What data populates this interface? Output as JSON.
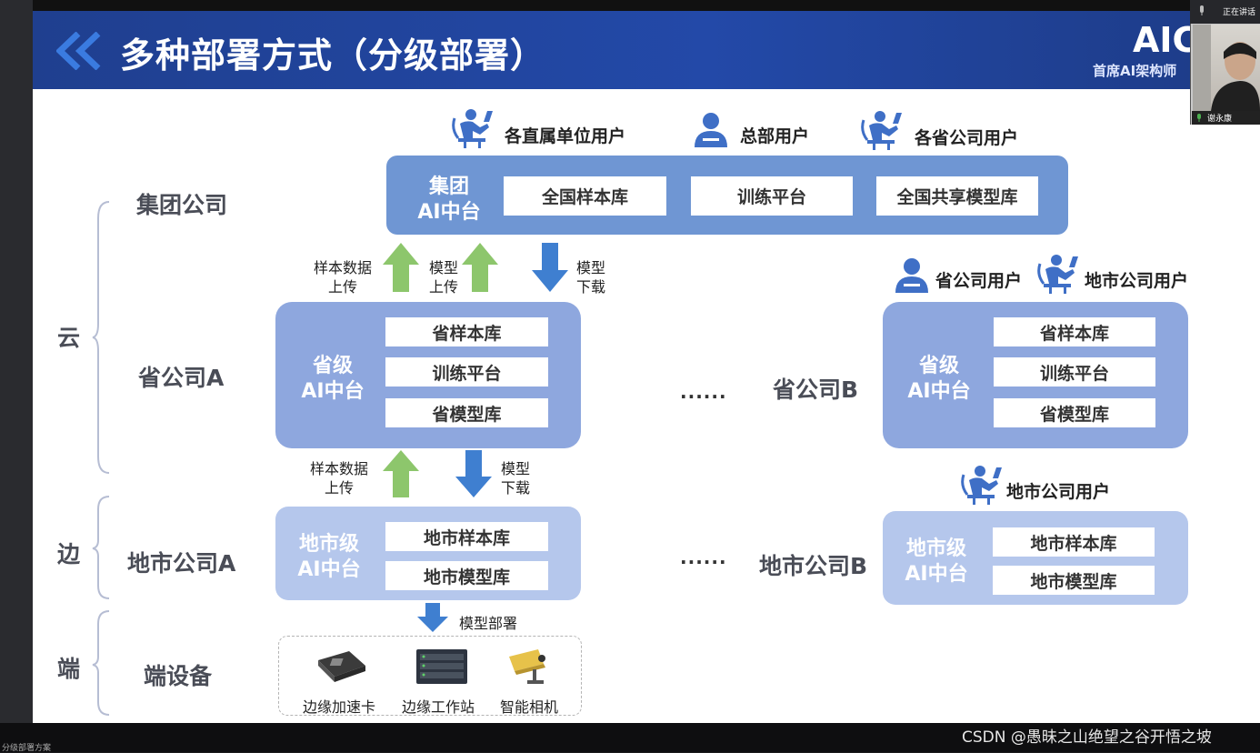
{
  "slide": {
    "title": "多种部署方式（分级部署）",
    "logo": "AIC",
    "logo_sub": "首席AI架构师"
  },
  "video": {
    "status": "正在讲话",
    "name": "谢永康"
  },
  "tiers": [
    "云",
    "边",
    "端"
  ],
  "categories": {
    "group": "集团公司",
    "province_a": "省公司A",
    "province_b": "省公司B",
    "city_a": "地市公司A",
    "city_b": "地市公司B",
    "device": "端设备"
  },
  "users": {
    "direct_units": "各直属单位用户",
    "headquarters": "总部用户",
    "all_provinces": "各省公司用户",
    "province": "省公司用户",
    "city": "地市公司用户",
    "city_b": "地市公司用户"
  },
  "group_box": {
    "label": [
      "集团",
      "AI中台"
    ],
    "modules": [
      "全国样本库",
      "训练平台",
      "全国共享模型库"
    ]
  },
  "province_box": {
    "label": [
      "省级",
      "AI中台"
    ],
    "modules": [
      "省样本库",
      "训练平台",
      "省模型库"
    ]
  },
  "city_box": {
    "label": [
      "地市级",
      "AI中台"
    ],
    "modules": [
      "地市样本库",
      "地市模型库"
    ]
  },
  "flows": {
    "sample_upload": [
      "样本数据",
      "上传"
    ],
    "model_upload": [
      "模型",
      "上传"
    ],
    "model_download": [
      "模型",
      "下载"
    ],
    "model_deploy": "模型部署"
  },
  "ellipsis": "......",
  "devices": [
    "边缘加速卡",
    "边缘工作站",
    "智能相机"
  ],
  "footer": {
    "watermark": "CSDN @愚昧之山绝望之谷开悟之坡",
    "left_text": "分级部署方案"
  },
  "colors": {
    "title_bar": "#2349a8",
    "group_box": "#6f96d3",
    "province_box": "#8ea7de",
    "city_box": "#b5c7ec",
    "arrow_up": "#8dc66c",
    "arrow_down": "#3f7fd0"
  }
}
